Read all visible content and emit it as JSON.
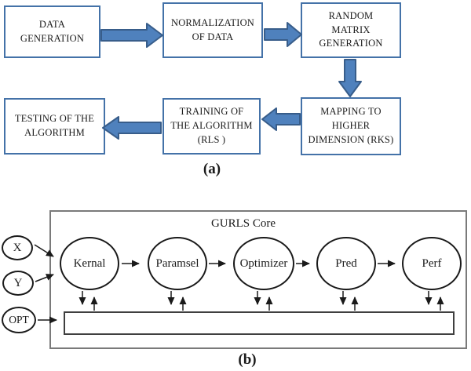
{
  "figure": {
    "part_a": {
      "label": "(a)",
      "boxes": [
        {
          "name": "data-generation",
          "text": "DATA\nGENERATION"
        },
        {
          "name": "normalization",
          "text": "NORMALIZATION\nOF DATA"
        },
        {
          "name": "random-matrix",
          "text": "RANDOM\nMATRIX\nGENERATION"
        },
        {
          "name": "mapping",
          "text": "MAPPING TO\nHIGHER\nDIMENSION (RKS)"
        },
        {
          "name": "training",
          "text": "TRAINING OF\nTHE ALGORITHM\n(RLS )"
        },
        {
          "name": "testing",
          "text": "TESTING OF THE\nALGORITHM"
        }
      ],
      "colors": {
        "box_border": "#4472a8",
        "arrow_fill": "#4f81bd",
        "arrow_stroke": "#385d8a"
      }
    },
    "part_b": {
      "label": "(b)",
      "title": "GURLS Core",
      "modules": [
        "Kernal",
        "Paramsel",
        "Optimizer",
        "Pred",
        "Perf"
      ],
      "inputs": [
        "X",
        "Y",
        "OPT"
      ],
      "colors": {
        "outer_border": "#7a7a7a",
        "shape_stroke": "#1a1a1a"
      }
    }
  }
}
